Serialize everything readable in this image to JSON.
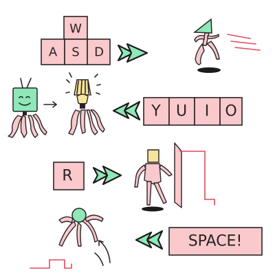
{
  "keys": {
    "movement": [
      "W",
      "A",
      "S",
      "D"
    ],
    "transform": [
      "Y",
      "U",
      "I",
      "O"
    ],
    "reset": "R",
    "jump": "SPACE!"
  },
  "colors": {
    "key_fill": "#f9c9cc",
    "arrow_fill": "#8ee8b8",
    "head_green": "#8ee8b8",
    "head_yellow": "#f5e49b",
    "accent_red": "#e0495a",
    "ink": "#2a2325"
  },
  "icons": {
    "right_arrow": "double-chevron-right",
    "left_arrow": "double-chevron-left",
    "small_arrow": "thin-right-arrow"
  }
}
